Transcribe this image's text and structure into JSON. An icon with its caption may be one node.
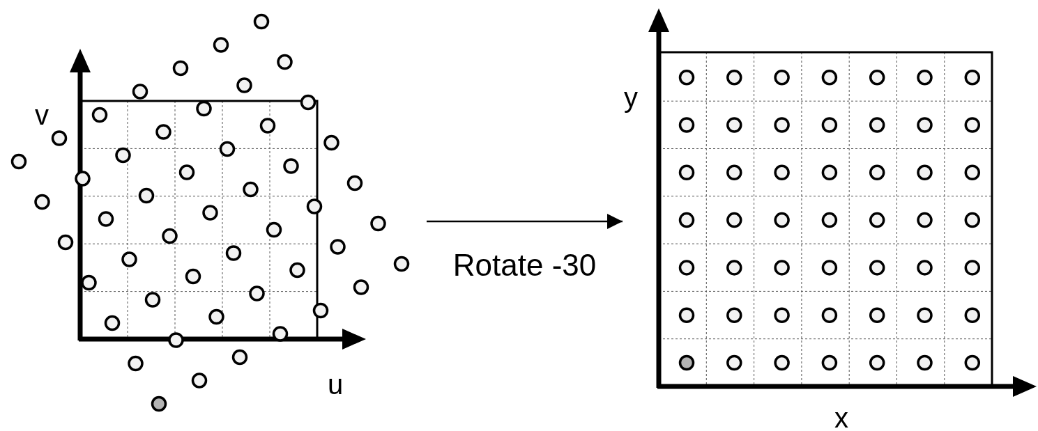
{
  "diagram": {
    "nodes": [
      {
        "text": [],
        "shape": "picture"
      },
      {
        "text": [],
        "shape": "picture"
      }
    ],
    "edges": [
      {
        "from": 0,
        "to": 1,
        "arrow": "to",
        "label": "Rotate -30"
      }
    ],
    "labels": [
      "v",
      "u",
      "y",
      "x"
    ]
  }
}
